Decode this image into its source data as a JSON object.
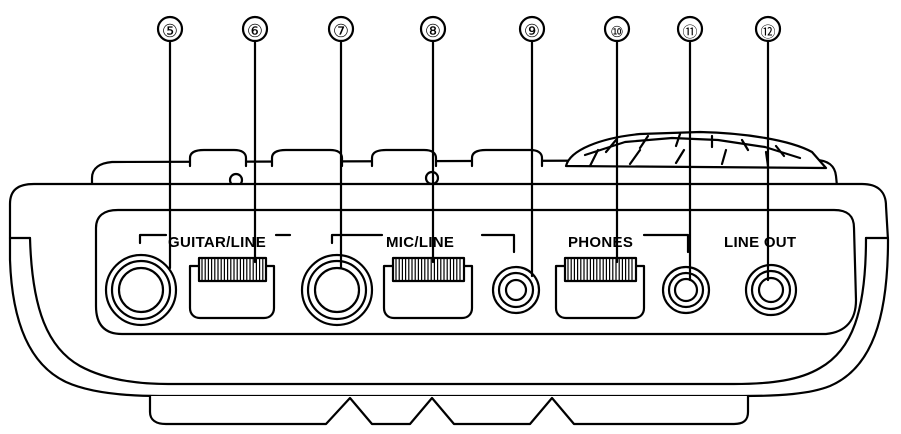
{
  "callouts": [
    "⑤",
    "⑥",
    "⑦",
    "⑧",
    "⑨",
    "⑩",
    "⑪",
    "⑫"
  ],
  "panel_labels": {
    "guitar_line": "GUITAR/LINE",
    "mic_line": "MIC/LINE",
    "phones": "PHONES",
    "line_out": "LINE OUT"
  }
}
